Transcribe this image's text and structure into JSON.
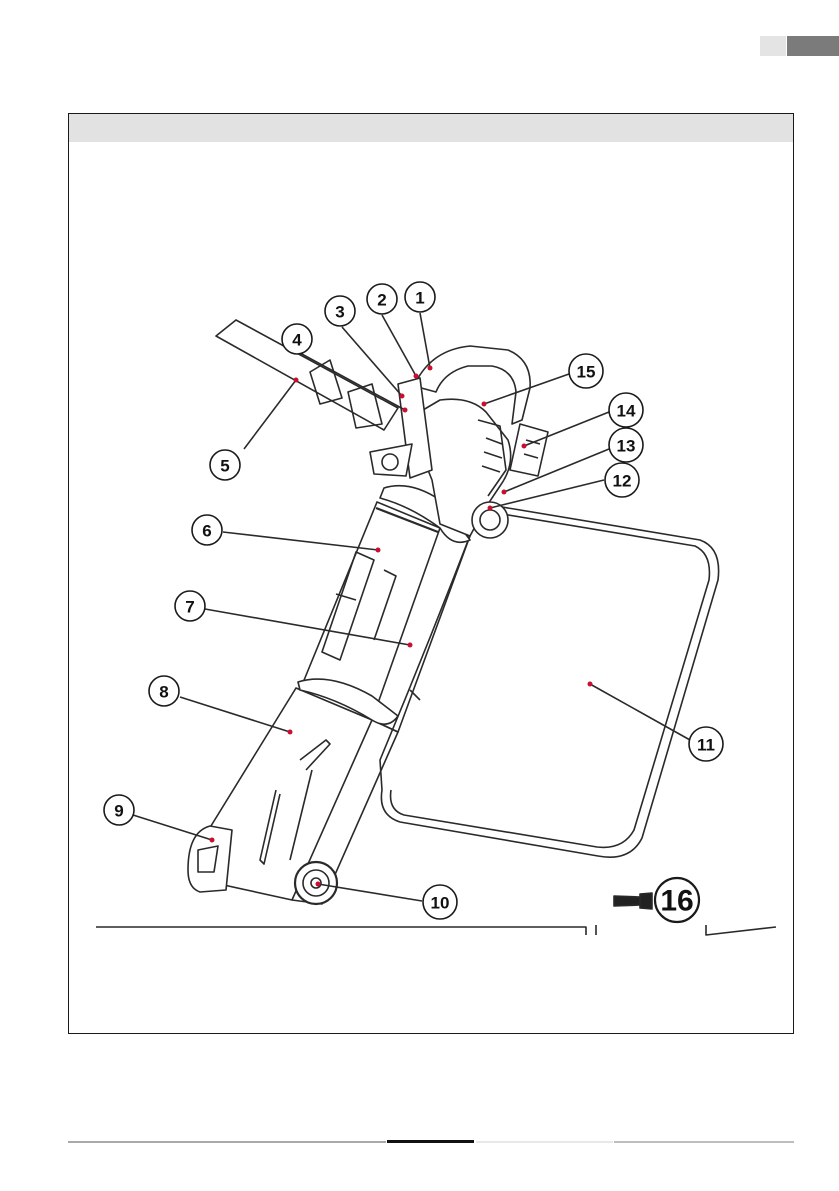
{
  "callouts": [
    {
      "id": "c1",
      "label": "1"
    },
    {
      "id": "c2",
      "label": "2"
    },
    {
      "id": "c3",
      "label": "3"
    },
    {
      "id": "c4",
      "label": "4"
    },
    {
      "id": "c5",
      "label": "5"
    },
    {
      "id": "c6",
      "label": "6"
    },
    {
      "id": "c7",
      "label": "7"
    },
    {
      "id": "c8",
      "label": "8"
    },
    {
      "id": "c9",
      "label": "9"
    },
    {
      "id": "c10",
      "label": "10"
    },
    {
      "id": "c11",
      "label": "11"
    },
    {
      "id": "c12",
      "label": "12"
    },
    {
      "id": "c13",
      "label": "13"
    },
    {
      "id": "c14",
      "label": "14"
    },
    {
      "id": "c15",
      "label": "15"
    }
  ],
  "accessory": {
    "label": "16",
    "icon": "screw-icon"
  },
  "colors": {
    "accent_dots": "#c8102e",
    "line": "#2a2a2a",
    "header_band": "#e2e2e2"
  }
}
